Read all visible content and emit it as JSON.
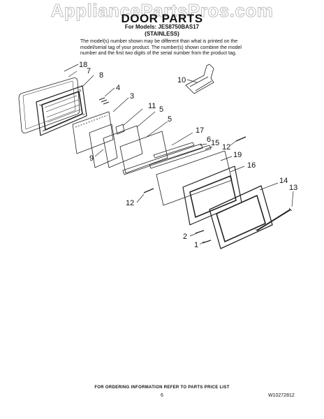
{
  "watermark": "AppliancePartsPros.com",
  "header": {
    "title": "DOOR PARTS",
    "models_line": "For Models: JES8750BAS17",
    "finish_line": "(STAINLESS)"
  },
  "note": "The model(s) number shown may be different than what is printed on the model/serial tag of your product. The number(s) shown combine the model number and the first two digits of the serial number from the product tag.",
  "callouts": {
    "c18": "18",
    "c7": "7",
    "c8": "8",
    "c4": "4",
    "c3": "3",
    "c11": "11",
    "c5a": "5",
    "c5b": "5",
    "c9": "9",
    "c10": "10",
    "c17": "17",
    "c6": "6",
    "c15": "15",
    "c12a": "12",
    "c19": "19",
    "c16": "16",
    "c14": "14",
    "c13": "13",
    "c12b": "12",
    "c2": "2",
    "c1": "1"
  },
  "footer": {
    "note": "FOR ORDERING INFORMATION REFER TO PARTS PRICE LIST",
    "page": "6",
    "doc_number": "W10272812"
  }
}
